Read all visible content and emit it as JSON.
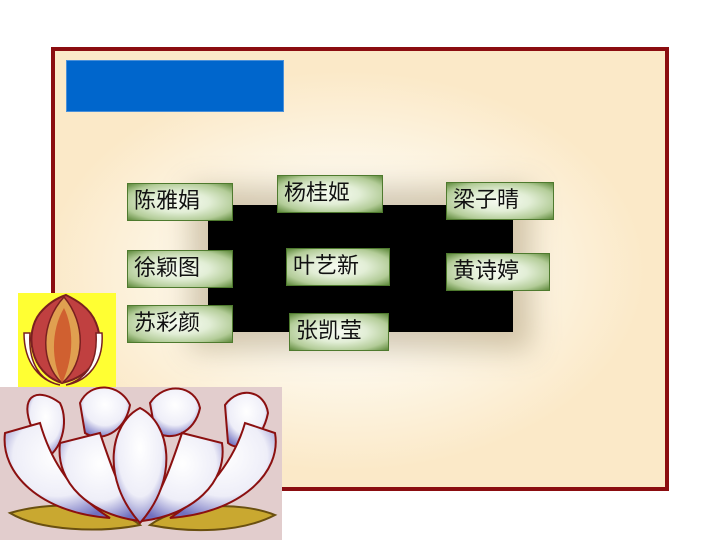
{
  "slide": {
    "title_bar_color": "#0066cc",
    "frame_color": "#8b0d10",
    "panel_color": "#fbe9c8",
    "names": [
      "陈雅娟",
      "杨桂姬",
      "梁子晴",
      "徐颖图",
      "叶艺新",
      "黄诗婷",
      "苏彩颜",
      "张凯莹"
    ]
  },
  "decorations": {
    "lotus_bud_icon": "lotus-bud",
    "lotus_flower_icon": "lotus-flower"
  }
}
